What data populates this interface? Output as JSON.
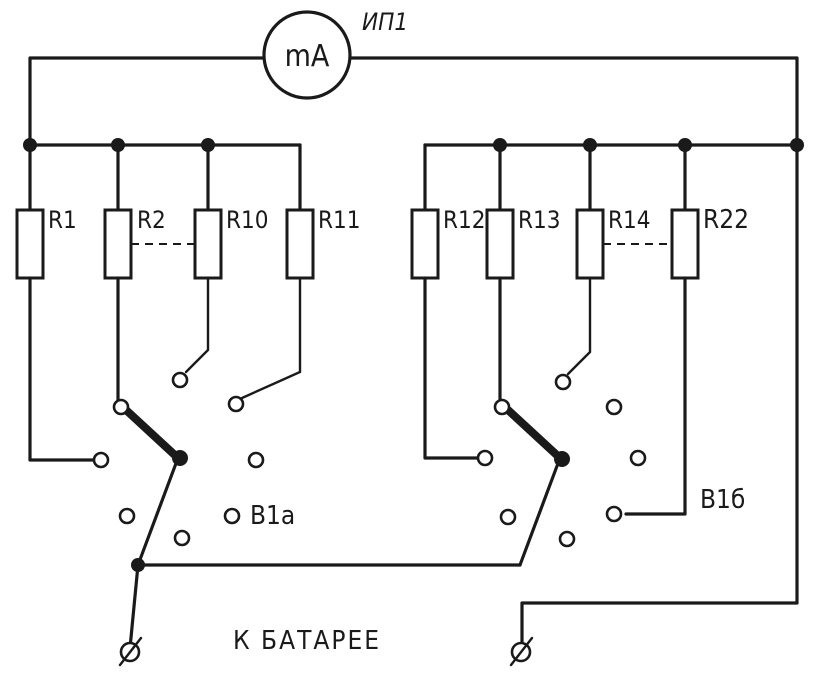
{
  "meter": {
    "symbol": "mA",
    "label": "ИП1"
  },
  "resistors": {
    "r1": "R1",
    "r2": "R2",
    "r10": "R10",
    "r11": "R11",
    "r12": "R12",
    "r13": "R13",
    "r14": "R14",
    "r22": "R22"
  },
  "switches": {
    "a": "В1а",
    "b": "В1б"
  },
  "battery_label": "К БАТАРЕЕ"
}
